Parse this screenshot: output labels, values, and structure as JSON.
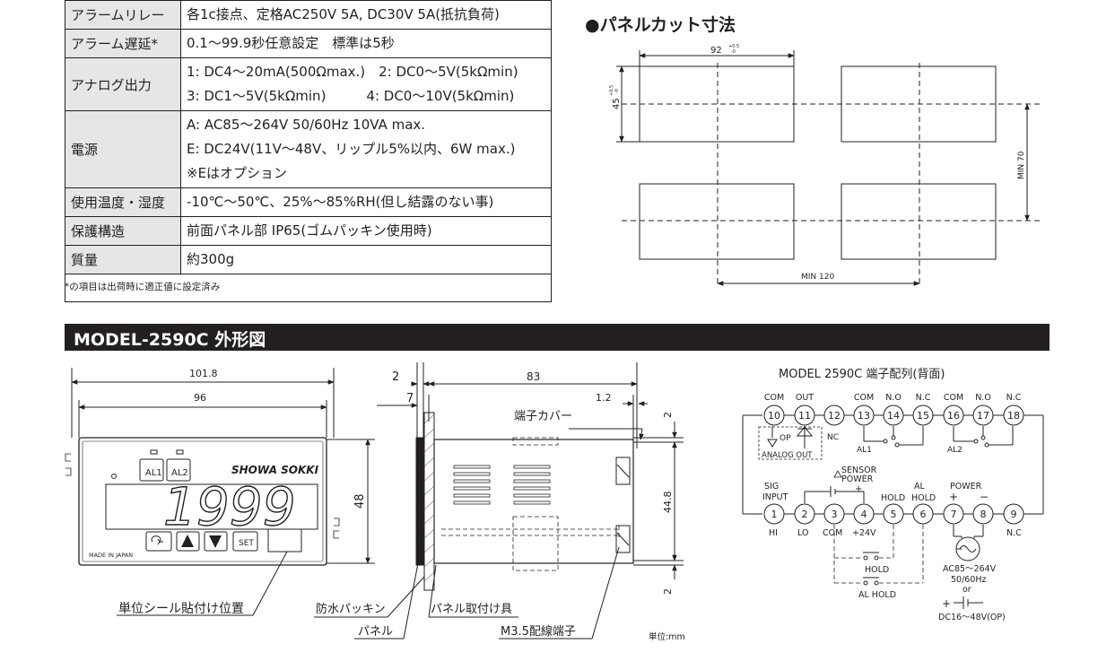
{
  "spec_table": {
    "rows": [
      {
        "label": "アラームリレー",
        "lines": [
          "各1c接点、定格AC250V 5A, DC30V 5A(抵抗負荷)"
        ]
      },
      {
        "label": "アラーム遅延*",
        "lines": [
          "0.1〜99.9秒任意設定　標準は5秒"
        ]
      },
      {
        "label": "アナログ出力",
        "lines": [
          "1: DC4〜20mA(500Ωmax.)　2: DC0〜5V(5kΩmin)",
          "3: DC1〜5V(5kΩmin)　　　4: DC0〜10V(5kΩmin)"
        ]
      },
      {
        "label": "電源",
        "lines": [
          "A: AC85〜264V 50/60Hz 10VA max.",
          "E: DC24V(11V〜48V、リップル5%以内、6W max.)",
          "※Eはオプション"
        ]
      },
      {
        "label": "使用温度・湿度",
        "lines": [
          "-10℃〜50℃、25%〜85%RH(但し結露のない事)"
        ]
      },
      {
        "label": "保護構造",
        "lines": [
          "前面パネル部 IP65(ゴムパッキン使用時)"
        ]
      },
      {
        "label": "質量",
        "lines": [
          "約300g"
        ]
      }
    ],
    "footnote": "*の項目は出荷時に適正値に設定済み"
  },
  "panel_cut": {
    "title": "●パネルカット寸法",
    "dim_width": "92",
    "dim_width_tol": "+0.5\n-0",
    "dim_height": "45",
    "dim_height_tol": "+0.5\n-0",
    "min_vertical": "MIN 70",
    "min_horizontal": "MIN 120"
  },
  "outline": {
    "bar_title": "MODEL-2590C 外形図",
    "front": {
      "dim_overall": "101.8",
      "dim_bezel": "96",
      "dim_height": "48",
      "al1": "AL1",
      "al2": "AL2",
      "brand": "SHOWA SOKKI",
      "display": "1999",
      "set_label": "SET",
      "made_in": "MADE IN JAPAN",
      "callout_seal": "単位シール貼付け位置"
    },
    "side": {
      "dim_2": "2",
      "dim_7": "7",
      "dim_83": "83",
      "dim_1_2": "1.2",
      "dim_top_2": "2",
      "dim_44_8": "44.8",
      "dim_bottom_2": "2",
      "callout_cover": "端子カバー",
      "callout_packing": "防水パッキン",
      "callout_panel": "パネル",
      "callout_bracket": "パネル取付け具",
      "callout_terminal": "M3.5配線端子",
      "unit": "単位:mm"
    },
    "terminal": {
      "title": "MODEL 2590C 端子配列(背面)",
      "top_labels": [
        "COM",
        "OUT",
        "COM",
        "N.O",
        "N.C",
        "COM",
        "N.O",
        "N.C"
      ],
      "top_numbers": [
        "10",
        "11",
        "12",
        "13",
        "14",
        "15",
        "16",
        "17",
        "18"
      ],
      "nc": "NC",
      "op": "OP",
      "analog_out": "ANALOG OUT",
      "al1": "AL1",
      "al2": "AL2",
      "bottom_numbers": [
        "1",
        "2",
        "3",
        "4",
        "5",
        "6",
        "7",
        "8",
        "9"
      ],
      "sig_input": "SIG\nINPUT",
      "sensor_power": "SENSOR\nPOWER",
      "hold": "HOLD",
      "al_hold": "AL\nHOLD",
      "power": "POWER",
      "plus": "+",
      "minus": "−",
      "hi": "HI",
      "lo": "LO",
      "com": "COM",
      "plus24": "+24V",
      "nc_bottom": "N.C",
      "switch_hold": "HOLD",
      "switch_al_hold": "AL HOLD",
      "ac_supply": "AC85〜264V\n50/60Hz\nor",
      "dc_supply": "DC16〜48V(OP)"
    }
  }
}
